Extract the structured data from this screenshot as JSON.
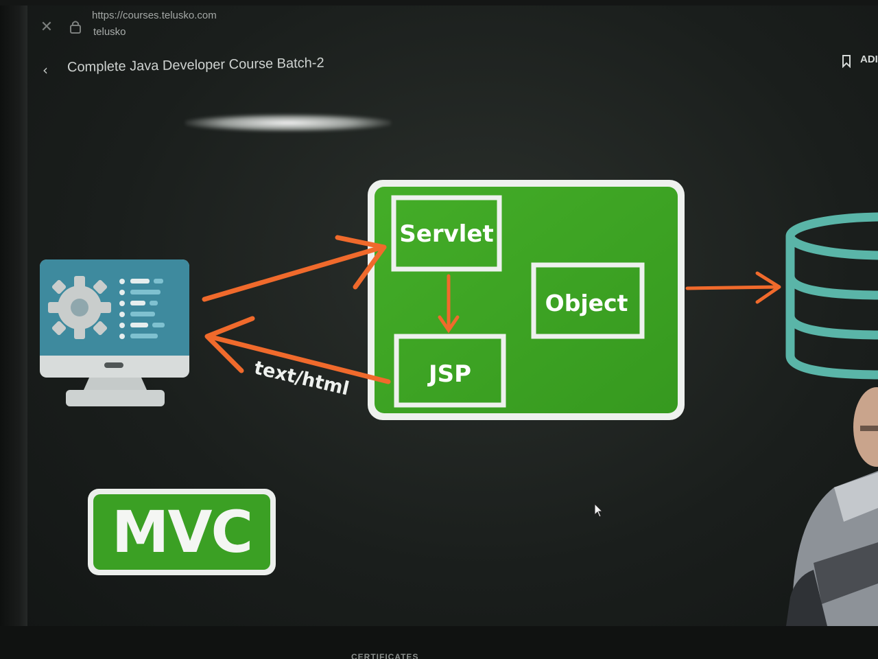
{
  "browser": {
    "url": "https://courses.telusko.com",
    "site_name": "telusko"
  },
  "header": {
    "course_title": "Complete Java Developer Course Batch-2",
    "add_label": "ADI"
  },
  "diagram": {
    "servlet_label": "Servlet",
    "object_label": "Object",
    "jsp_label": "JSP",
    "response_label": "text/html"
  },
  "badge": {
    "mvc_label": "MVC"
  },
  "footer": {
    "partial_label": "CERTIFICATES"
  },
  "colors": {
    "accent_green": "#3ba024",
    "arrow_orange": "#f06a2c",
    "database_teal": "#5ab5a8",
    "monitor_blue": "#3e8a9e"
  },
  "icons": [
    "close-icon",
    "lock-icon",
    "back-icon",
    "bookmark-icon",
    "monitor-icon",
    "gear-icon",
    "database-icon",
    "cursor-icon"
  ]
}
